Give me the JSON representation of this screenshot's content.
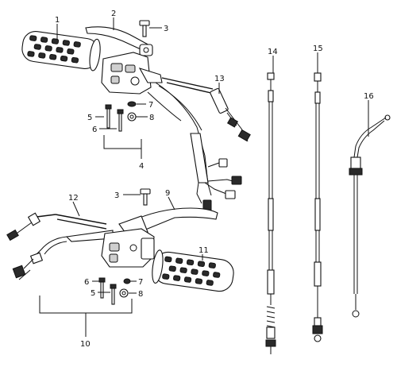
{
  "callouts": {
    "c1": "1",
    "c2": "2",
    "c3a": "3",
    "c3b": "3",
    "c4": "4",
    "c5a": "5",
    "c5b": "5",
    "c6a": "6",
    "c6b": "6",
    "c7a": "7",
    "c7b": "7",
    "c8a": "8",
    "c8b": "8",
    "c9": "9",
    "c10": "10",
    "c11": "11",
    "c12": "12",
    "c13": "13",
    "c14": "14",
    "c15": "15",
    "c16": "16"
  }
}
